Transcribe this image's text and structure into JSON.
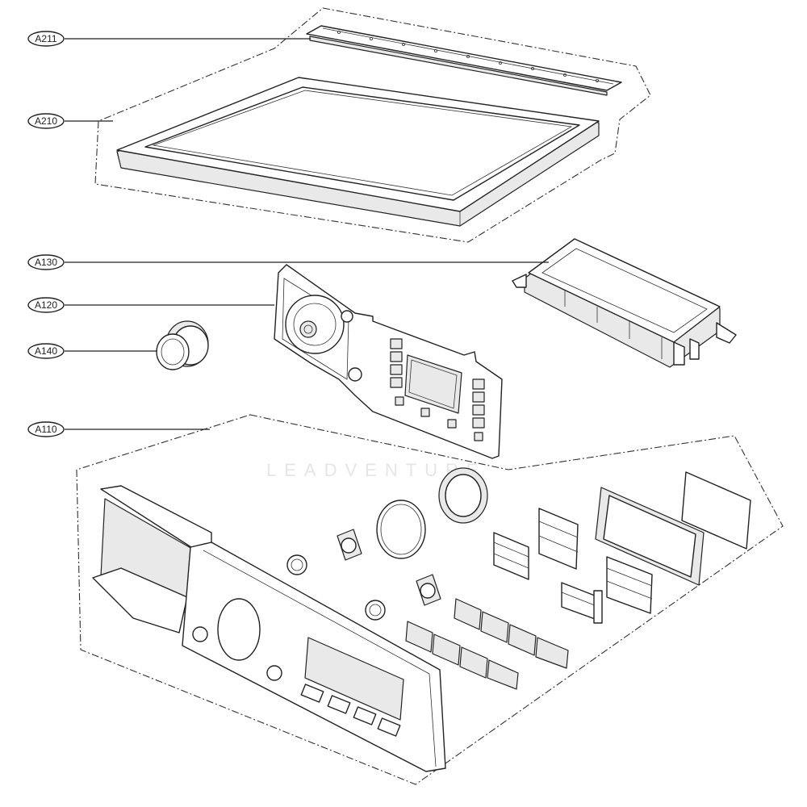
{
  "callouts": [
    {
      "id": "a211",
      "label": "A211"
    },
    {
      "id": "a210",
      "label": "A210"
    },
    {
      "id": "a130",
      "label": "A130"
    },
    {
      "id": "a120",
      "label": "A120"
    },
    {
      "id": "a140",
      "label": "A140"
    },
    {
      "id": "a110",
      "label": "A110"
    }
  ],
  "watermark": "LEADVENTURE",
  "colors": {
    "line": "#222222",
    "background": "#ffffff",
    "watermark": "#e6e6e6"
  }
}
